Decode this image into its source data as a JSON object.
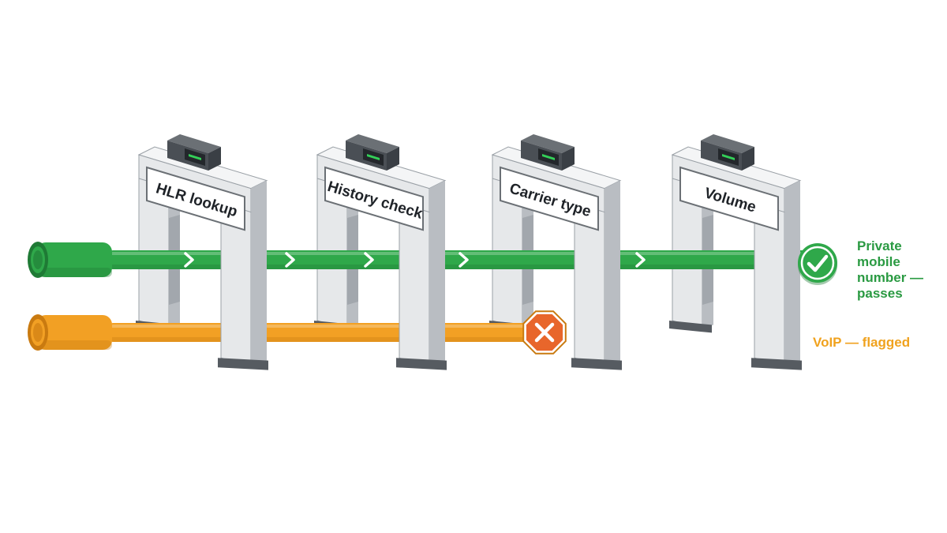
{
  "colors": {
    "pass_pipe": "#2fa84a",
    "pass_pipe_dark": "#1f7a35",
    "flag_pipe": "#f2a024",
    "flag_pipe_dark": "#c97a10",
    "gate_face": "#e6e8ea",
    "gate_side": "#b9bdc2",
    "gate_dark": "#565b61",
    "device": "#3a3f45",
    "led": "#34d058",
    "pass_text": "#2a9a42",
    "flag_text": "#f0a21e",
    "flag_badge": "#e8662b"
  },
  "gates": [
    {
      "label": "HLR lookup"
    },
    {
      "label": "History check"
    },
    {
      "label": "Carrier type"
    },
    {
      "label": "Volume"
    }
  ],
  "pass_path": {
    "label": "Private mobile number — passes",
    "status_icon": "check-circle-icon",
    "arrow_icon": "chevron-right-icon"
  },
  "flag_path": {
    "label": "VoIP — flagged",
    "stops_at_gate": 3,
    "status_icon": "x-octagon-icon"
  }
}
